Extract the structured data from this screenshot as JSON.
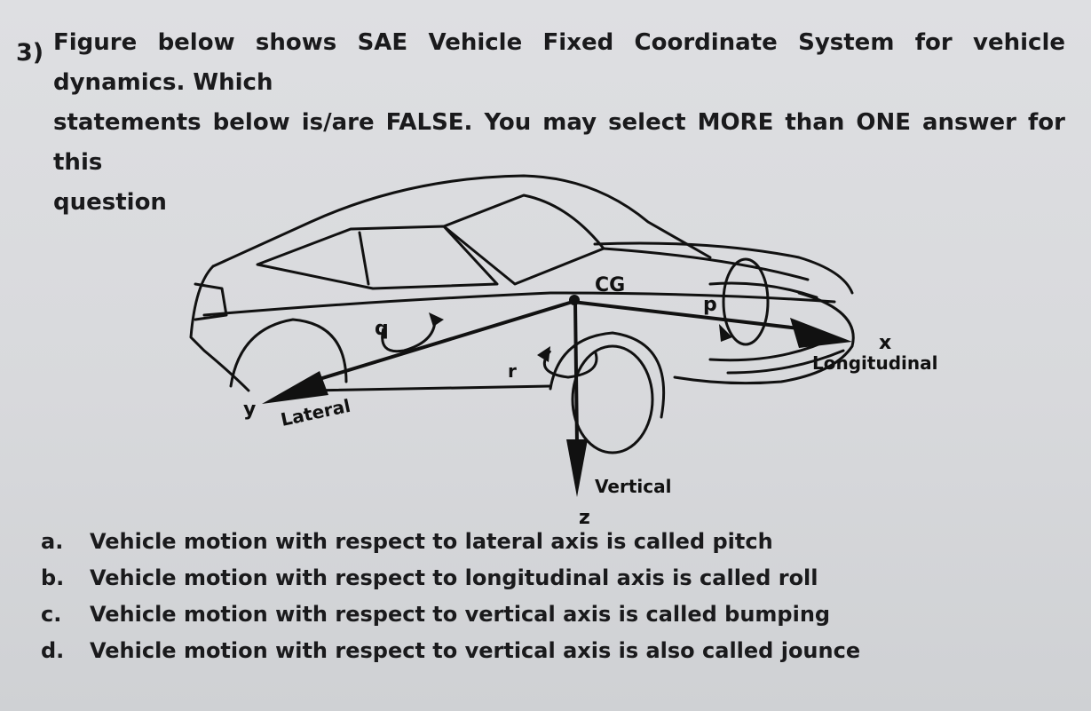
{
  "question": {
    "number": "3)",
    "line1": "Figure below shows SAE Vehicle Fixed Coordinate System for vehicle dynamics. Which",
    "line2": "statements below is/are FALSE. You may select MORE than ONE answer for this",
    "line3": "question"
  },
  "figure": {
    "cg_label": "CG",
    "p_label": "p",
    "q_label": "q",
    "r_label": "r",
    "x_label": "x",
    "y_label": "y",
    "z_label": "z",
    "longitudinal_label": "Longitudinal",
    "lateral_label": "Lateral",
    "vertical_label": "Vertical"
  },
  "options": [
    {
      "letter": "a.",
      "text": "Vehicle motion with respect to lateral axis is called pitch"
    },
    {
      "letter": "b.",
      "text": "Vehicle motion with respect to longitudinal axis is called roll"
    },
    {
      "letter": "c.",
      "text": "Vehicle motion with respect to vertical axis is called bumping"
    },
    {
      "letter": "d.",
      "text": "Vehicle motion with respect to vertical axis is also called jounce"
    }
  ]
}
